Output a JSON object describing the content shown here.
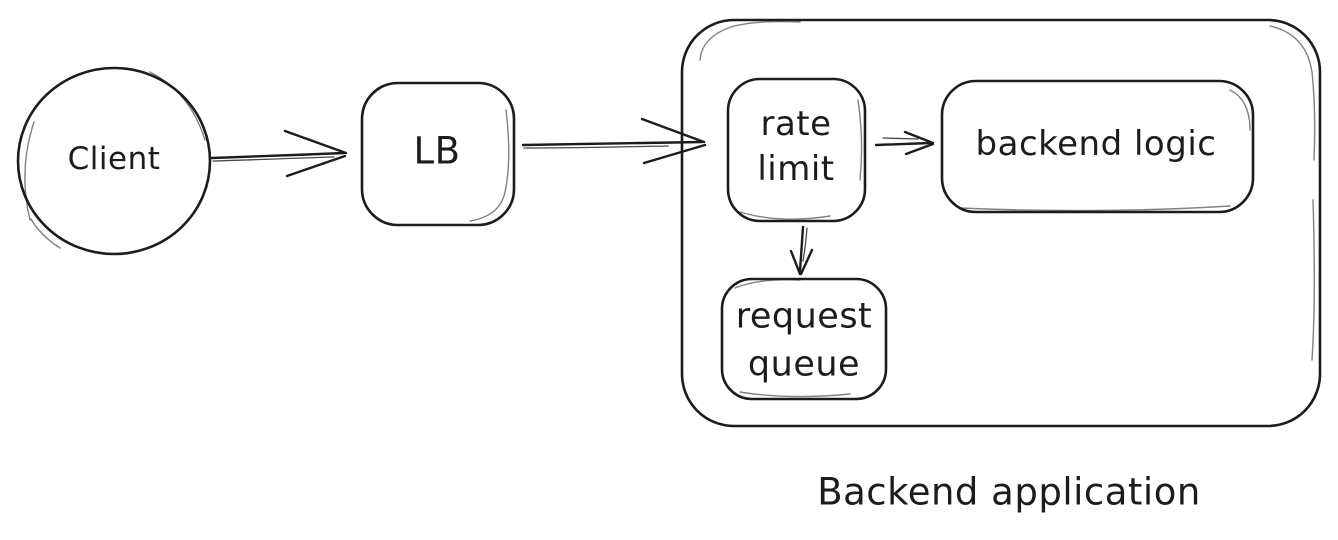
{
  "colors": {
    "background": "#ffffff",
    "stroke": "#1c1c1c"
  },
  "nodes": {
    "client": {
      "label": "Client",
      "shape": "circle"
    },
    "lb": {
      "label": "LB",
      "shape": "rounded-square"
    },
    "backend_application": {
      "label": "Backend application",
      "shape": "container",
      "label_position": "below"
    },
    "rate_limit": {
      "lines": [
        "rate",
        "limit"
      ],
      "shape": "rounded-rect"
    },
    "backend_logic": {
      "label": "backend logic",
      "shape": "rounded-rect"
    },
    "request_queue": {
      "lines": [
        "request",
        "queue"
      ],
      "shape": "rounded-rect"
    }
  },
  "edges": [
    {
      "from": "client",
      "to": "lb",
      "direction": "right"
    },
    {
      "from": "lb",
      "to": "backend_application",
      "direction": "right"
    },
    {
      "from": "rate_limit",
      "to": "backend_logic",
      "direction": "right"
    },
    {
      "from": "rate_limit",
      "to": "request_queue",
      "direction": "down"
    }
  ]
}
